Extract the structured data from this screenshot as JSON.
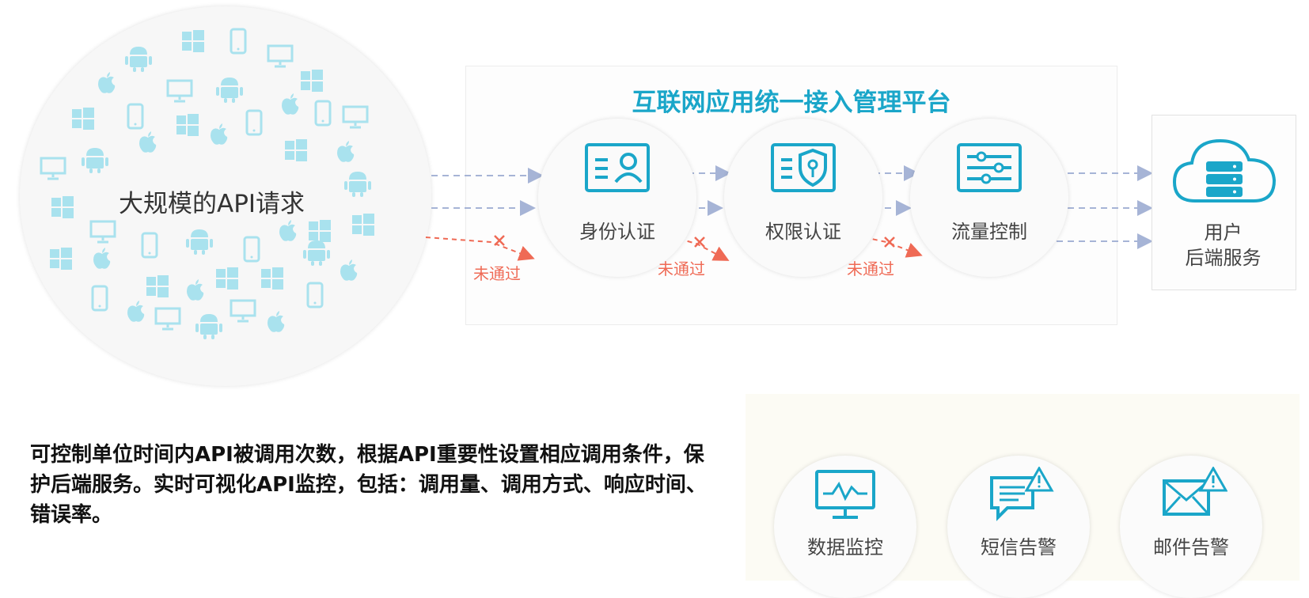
{
  "cloud": {
    "title": "大规模的API请求",
    "icons": [
      "android-icon",
      "apple-icon",
      "windows-icon",
      "phone-icon",
      "monitor-icon"
    ]
  },
  "platform": {
    "title": "互联网应用统一接入管理平台",
    "steps": [
      {
        "label": "身份认证",
        "icon": "id-card-icon"
      },
      {
        "label": "权限认证",
        "icon": "shield-key-icon"
      },
      {
        "label": "流量控制",
        "icon": "sliders-icon"
      }
    ],
    "fail_label": "未通过"
  },
  "backend": {
    "line1": "用户",
    "line2": "后端服务",
    "icon": "cloud-server-icon"
  },
  "description": "可控制单位时间内API被调用次数，根据API重要性设置相应调用条件，保护后端服务。实时可视化API监控，包括：调用量、调用方式、响应时间、错误率。",
  "monitoring": {
    "items": [
      {
        "label": "数据监控",
        "icon": "monitor-chart-icon"
      },
      {
        "label": "短信告警",
        "icon": "sms-alert-icon"
      },
      {
        "label": "邮件告警",
        "icon": "mail-alert-icon"
      }
    ]
  },
  "colors": {
    "accent": "#1aa6c9",
    "icon_light": "#a9e2ee",
    "arrow_gray": "#a6b4d6",
    "fail_red": "#ef6a55"
  }
}
